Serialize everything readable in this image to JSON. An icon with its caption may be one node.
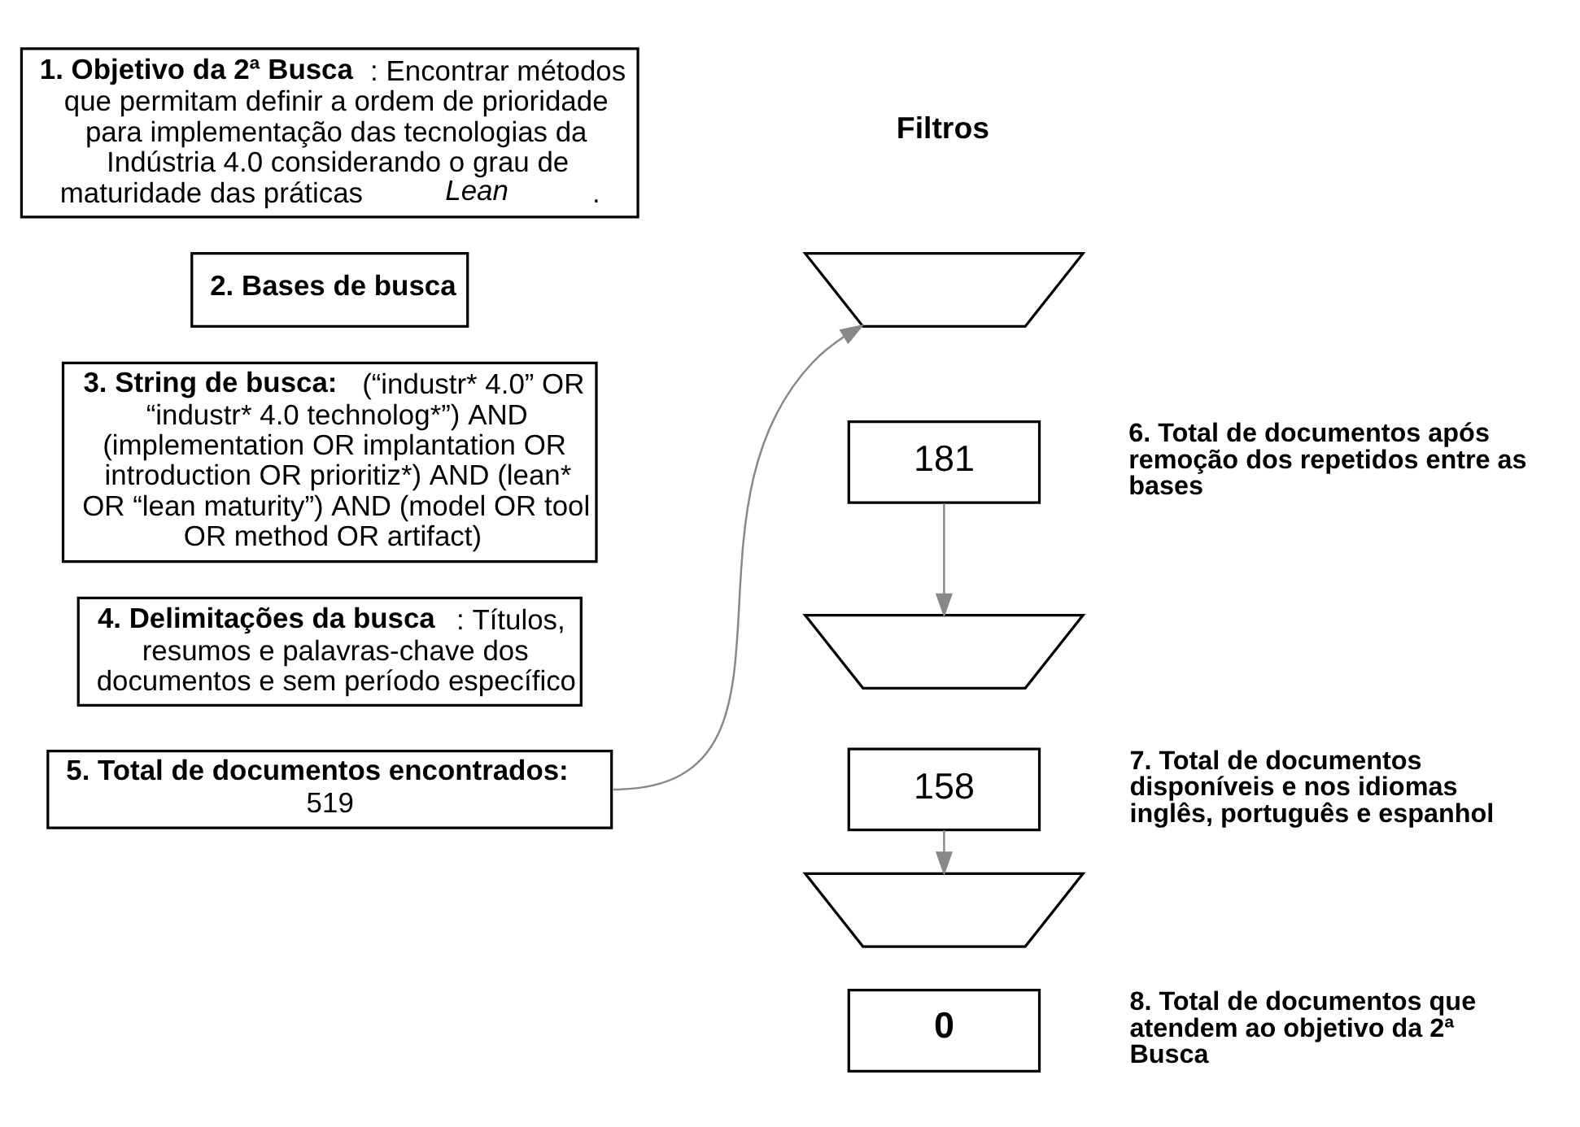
{
  "diagram": {
    "nodes": [
      {
        "text": [
          "**1. Objetivo da 2ª Busca**: Encontrar métodos que permitam definir a ordem de prioridade para implementação das tecnologias da Indústria 4.0 considerando o grau de maturidade das práticas *Lean*."
        ]
      },
      {
        "text": [
          "**2. Bases de busca**"
        ]
      },
      {
        "text": [
          "**3. String de busca:** (“industr* 4.0” OR “industr* 4.0 technolog*”) AND (implementation OR implantation OR introduction OR prioritiz*) AND (lean* OR “lean maturity”) AND (model OR tool OR method OR artifact)"
        ]
      },
      {
        "text": [
          "**4. Delimitações da busca**: Títulos, resumos e palavras-chave dos documentos e sem período específico"
        ]
      },
      {
        "text": [
          "**5. Total de documentos encontrados:** 519"
        ]
      },
      {
        "text": [],
        "shape": "trapezoid"
      },
      {
        "text": [
          "181"
        ],
        "beside": [
          "6. Total de documentos após remoção dos repetidos entre as bases"
        ]
      },
      {
        "text": [],
        "shape": "trapezoid"
      },
      {
        "text": [
          "158"
        ],
        "beside": [
          "7. Total de documentos disponíveis e nos idiomas inglês, português e espanhol"
        ]
      },
      {
        "text": [],
        "shape": "trapezoid"
      },
      {
        "text": [
          "0"
        ],
        "beside": [
          "8. Total de documentos que atendem ao objetivo da 2ª Busca"
        ]
      }
    ],
    "edges": [
      {
        "from": 4,
        "to": 5,
        "arrow": "to"
      },
      {
        "from": 6,
        "to": 7,
        "arrow": "to"
      },
      {
        "from": 8,
        "to": 9,
        "arrow": "to"
      }
    ],
    "labels": [
      "Filtros"
    ]
  }
}
